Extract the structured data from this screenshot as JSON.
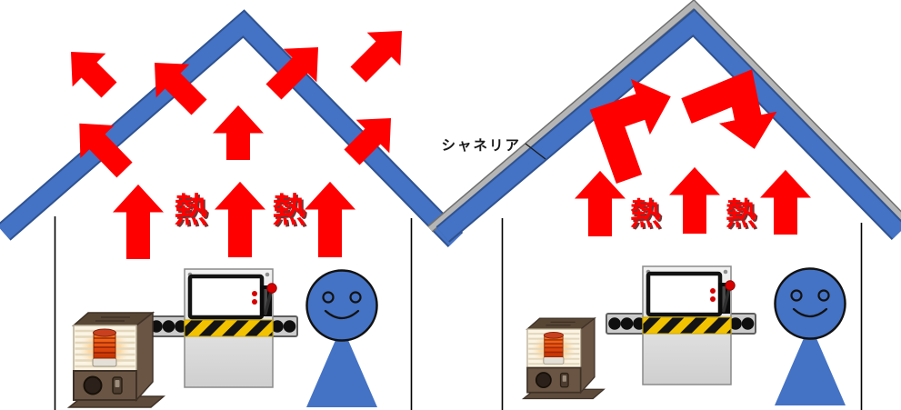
{
  "diagram": {
    "left_house": {
      "heat_label_1": "熱",
      "heat_label_2": "熱",
      "arrow_count": 10,
      "meaning": "heat escaping through uncoated roof"
    },
    "right_house": {
      "heat_label_1": "熱",
      "heat_label_2": "熱",
      "coating_label": "シャネリア",
      "arrow_count": 5,
      "meaning": "heat reflected back by coated roof"
    }
  },
  "icons": {
    "heater": "kerosene-heater-icon",
    "machine": "conveyor-machine-icon",
    "person": "person-icon",
    "arrows": "heat-arrow-icon"
  },
  "colors": {
    "arrow_red": "#FF0000",
    "heat_shadow": "#5A0000",
    "roof_blue": "#4472C4",
    "roof_blue_edge": "#2F528F",
    "coating_gray": "#B5B5B5",
    "coating_gray_edge": "#6F6F6F",
    "person_blue": "#4472C4",
    "outline_dark": "#121212",
    "hazard_yellow": "#F2C200",
    "wall_black": "#000000",
    "label_black": "#1A1A1A"
  }
}
